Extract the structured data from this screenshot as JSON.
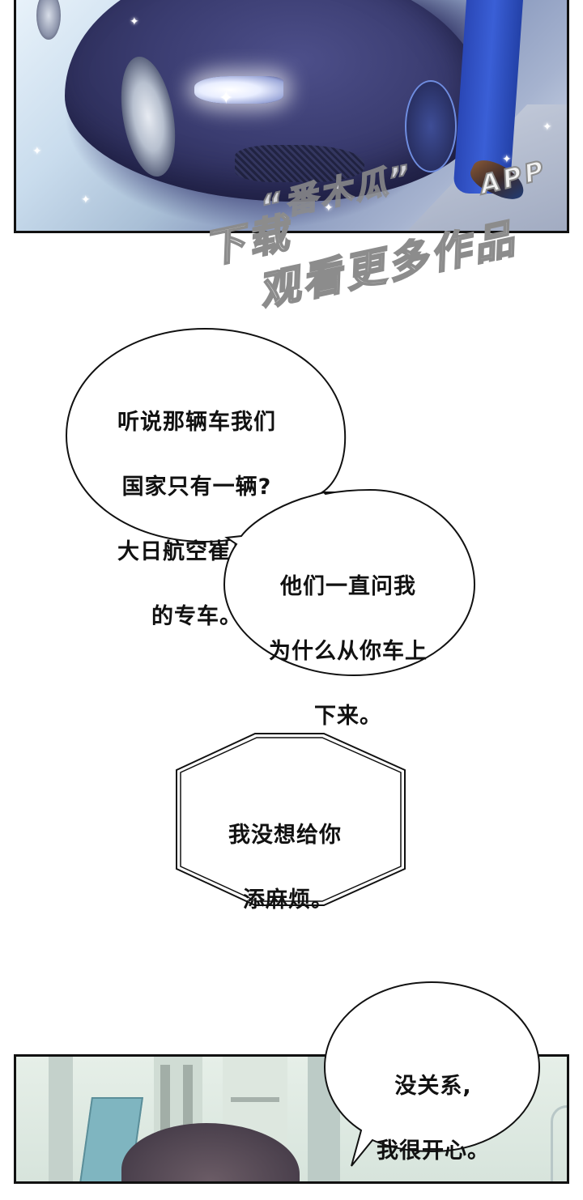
{
  "page": {
    "type": "webcomic-strip",
    "background": "#ffffff"
  },
  "panels": [
    {
      "id": "top",
      "description": "dark blue sports car front with glowing headlight, man in blue suit standing beside",
      "border": "#111111"
    },
    {
      "id": "bottom",
      "description": "street with buildings, top of a character's dark purple hair",
      "border": "#111111"
    }
  ],
  "watermark": {
    "quote_text": "“番木瓜”",
    "app_label": "APP",
    "line1": "下载",
    "line2": "观看更多作品",
    "stroke_color": "#8c8c8c"
  },
  "bubbles": [
    {
      "id": "bubble-1",
      "shape": "oval",
      "lines": [
        "听说那辆车我们",
        "国家只有一辆?",
        "大日航空崔总裁",
        "的专车。"
      ]
    },
    {
      "id": "bubble-2",
      "shape": "oval",
      "lines": [
        "他们一直问我",
        "为什么从你车上",
        "下来。"
      ]
    },
    {
      "id": "bubble-3",
      "shape": "octagon",
      "lines": [
        "我没想给你",
        "添麻烦。"
      ]
    },
    {
      "id": "bubble-4",
      "shape": "oval",
      "lines": [
        "没关系,",
        "我很开心。"
      ]
    }
  ]
}
